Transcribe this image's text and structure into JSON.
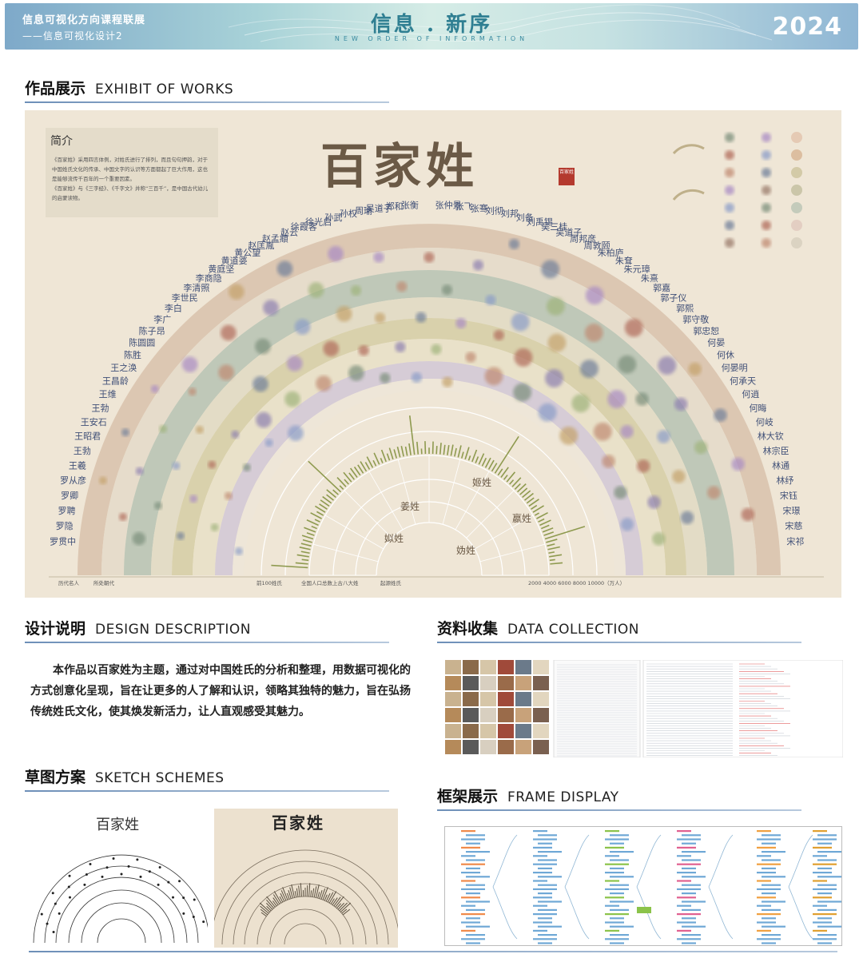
{
  "banner": {
    "left_line1": "信息可视化方向课程联展",
    "left_line2": "——信息可视化设计2",
    "title": "信息 . 新序",
    "subtitle": "NEW ORDER OF INFORMATION",
    "year": "2024"
  },
  "sections": {
    "exhibit": {
      "cn": "作品展示",
      "en": "EXHIBIT OF WORKS"
    },
    "design": {
      "cn": "设计说明",
      "en": "DESIGN DESCRIPTION"
    },
    "data": {
      "cn": "资料收集",
      "en": "DATA COLLECTION"
    },
    "sketch": {
      "cn": "草图方案",
      "en": "SKETCH SCHEMES"
    },
    "frame": {
      "cn": "框架展示",
      "en": "FRAME DISPLAY"
    }
  },
  "poster": {
    "title": "百家姓",
    "seal": "百家姓",
    "intro_heading": "简介",
    "intro_p1": "《百家姓》采用四言体例，对姓氏进行了排列，而且句句押韵，对于中国姓氏文化的传承、中国文字的认识等方面都起了巨大作用，这也是能够流传千百年的一个重要因素。",
    "intro_p2": "《百家姓》与《三字经》、《千字文》并称“三百千”，是中国古代幼儿的启蒙读物。",
    "inner_labels": [
      "姜姓",
      "姬姓",
      "嬴姓",
      "姒姓",
      "妫姓"
    ],
    "left_names": [
      "罗贯中",
      "罗隐",
      "罗聘",
      "罗卿",
      "罗从彦",
      "王羲",
      "王勃",
      "王昭君",
      "王安石",
      "王勃",
      "王维",
      "王昌龄",
      "王之涣",
      "陈胜",
      "陈圆圆",
      "陈子昂",
      "李广",
      "李白",
      "李世民",
      "李清照",
      "李商隐",
      "黄庭坚",
      "黄道婆",
      "黄公望",
      "赵匡胤",
      "赵孟頫",
      "赵云",
      "徐霞客",
      "徐光启",
      "孙武",
      "孙权",
      "周瑜",
      "吴道子",
      "郑和",
      "张衡"
    ],
    "right_names": [
      "宋祁",
      "宋慈",
      "宋璟",
      "宋钰",
      "林纾",
      "林通",
      "林宗臣",
      "林大钦",
      "何岐",
      "何晦",
      "何逍",
      "何承天",
      "何晏明",
      "何休",
      "何晏",
      "郭忠恕",
      "郭守敬",
      "郭熙",
      "郭子仪",
      "郭嘉",
      "朱熹",
      "朱元璋",
      "朱耷",
      "朱柏庐",
      "周敦颐",
      "周邦彦",
      "吴道子",
      "吴三桂",
      "刘禹锡",
      "刘备",
      "刘邦",
      "刘彻",
      "张骞",
      "张飞",
      "张仲景"
    ],
    "bottom_labels": [
      "历代名人",
      "所处朝代",
      "前100姓氏",
      "全国人口总数",
      "上古八大姓",
      "起源姓氏",
      "2000 4000 6000 8000 10000（万人）"
    ]
  },
  "design_description": "本作品以百家姓为主题，通过对中国姓氏的分析和整理，用数据可视化的方式创意化呈现，旨在让更多的人了解和认识，领略其独特的魅力，旨在弘扬传统姓氏文化，使其焕发新活力，让人直观感受其魅力。",
  "sketch": {
    "left_title": "百家姓",
    "right_title": "百家姓"
  },
  "colors": {
    "accent_line": "#6d8fb8",
    "poster_bg": "#efe6d6",
    "title_brown": "#6b5a46",
    "seal_red": "#b43a2e"
  }
}
